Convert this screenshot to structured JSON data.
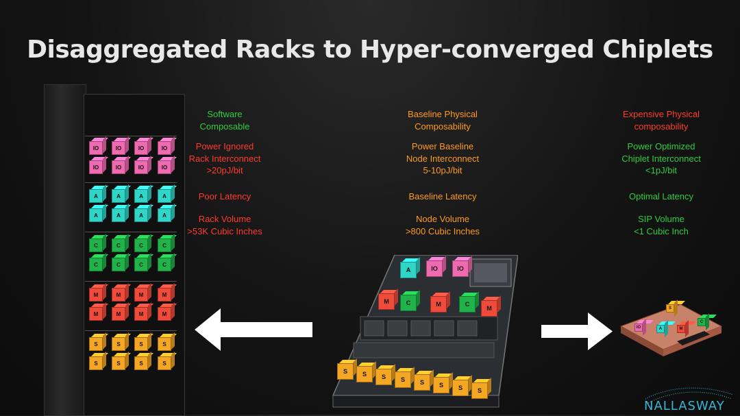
{
  "title": "Disaggregated Racks to Hyper-converged Chiplets",
  "colors": {
    "green": "#2ecc40",
    "orange": "#ff9a1f",
    "red": "#ff3a2e",
    "pink": "#f06ab0",
    "cyan": "#2fd6c8",
    "cgreen": "#1fb34a",
    "mred": "#f04a3a",
    "yellow": "#f5a623"
  },
  "columns": [
    {
      "composability": "Software\nComposable",
      "power": "Power Ignored\nRack Interconnect\n>20pJ/bit",
      "latency": "Poor Latency",
      "volume": "Rack Volume\n>53K Cubic Inches"
    },
    {
      "composability": "Baseline Physical\nComposability",
      "power": "Power Baseline\nNode Interconnect\n5-10pJ/bit",
      "latency": "Baseline Latency",
      "volume": "Node Volume\n>800 Cubic Inches"
    },
    {
      "composability": "Expensive Physical\ncomposability",
      "power": "Power Optimized\nChiplet Interconnect\n<1pJ/bit",
      "latency": "Optimal Latency",
      "volume": "SIP Volume\n<1 Cubic Inch"
    }
  ],
  "cube_labels": {
    "io": "IO",
    "accel": "A",
    "compute": "C",
    "memory": "M",
    "storage": "S"
  },
  "logo": "NALLASWAY"
}
